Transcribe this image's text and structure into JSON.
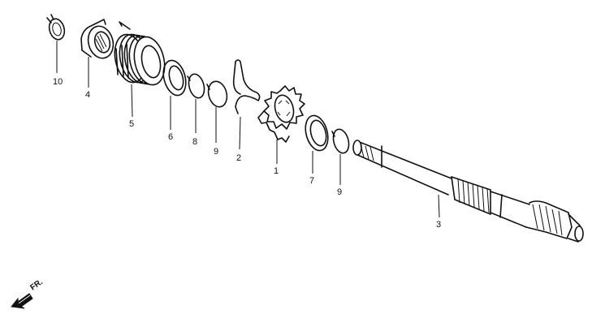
{
  "diagram": {
    "callouts": [
      {
        "id": "p10",
        "label": "10"
      },
      {
        "id": "p4",
        "label": "4"
      },
      {
        "id": "p5",
        "label": "5"
      },
      {
        "id": "p6",
        "label": "6"
      },
      {
        "id": "p8",
        "label": "8"
      },
      {
        "id": "p9a",
        "label": "9"
      },
      {
        "id": "p2",
        "label": "2"
      },
      {
        "id": "p1",
        "label": "1"
      },
      {
        "id": "p7",
        "label": "7"
      },
      {
        "id": "p9b",
        "label": "9"
      },
      {
        "id": "p3",
        "label": "3"
      }
    ],
    "direction_label": "FR."
  }
}
